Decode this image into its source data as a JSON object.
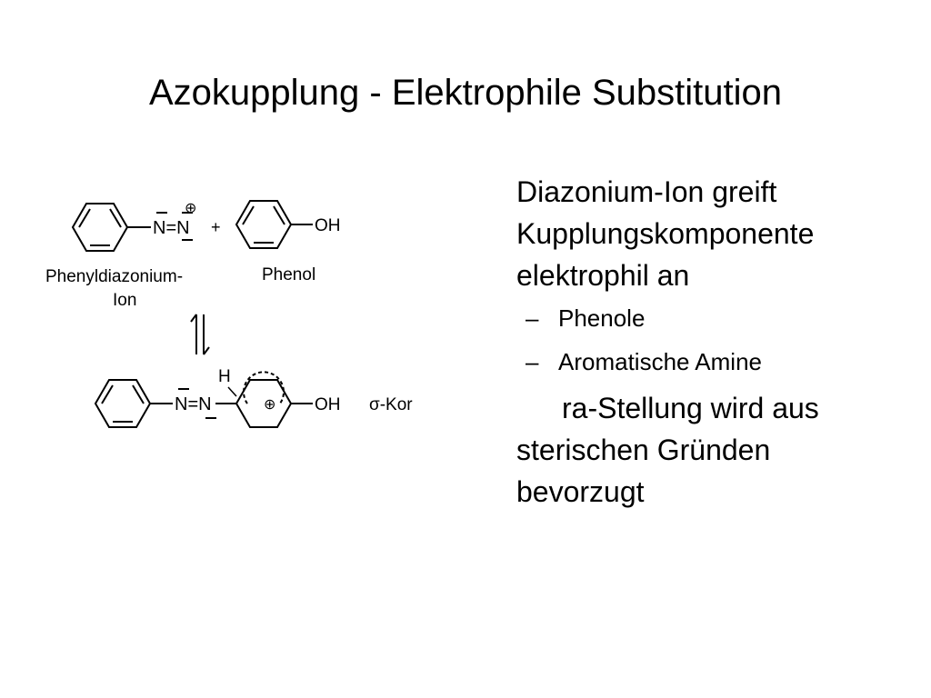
{
  "slide": {
    "title": "Azokupplung - Elektrophile Substitution"
  },
  "diagram": {
    "nn_top": "N=N",
    "plus_charge": "⊕",
    "plus": "+",
    "oh_top": "OH",
    "label_phenyldiazonium_1": "Phenyldiazonium-",
    "label_phenyldiazonium_2": "Ion",
    "label_phenol": "Phenol",
    "h_label": "H",
    "nn_bottom": "N=N",
    "oh_bottom": "OH",
    "sigma_label": "σ-Kor"
  },
  "text": {
    "para1": "Diazonium-Ion greift Kupplungskomponente elektrophil an",
    "bullets": [
      {
        "dash": "–",
        "label": "Phenole"
      },
      {
        "dash": "–",
        "label": "Aromatische Amine"
      }
    ],
    "para2_line1": "ra-Stellung wird aus",
    "para2_line2": "sterischen Gründen",
    "para2_line3": "bevorzugt"
  }
}
